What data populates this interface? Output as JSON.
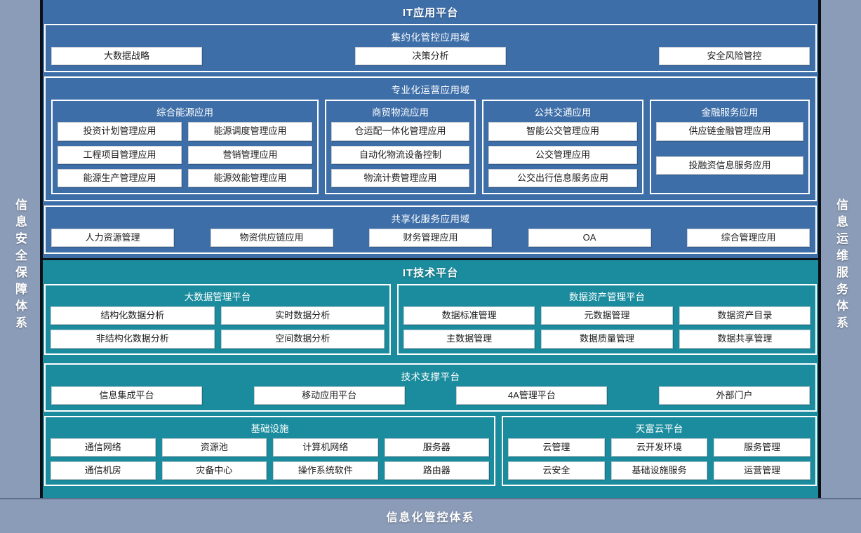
{
  "colors": {
    "frame_gray": "#8b9cb8",
    "app_platform_blue": "#3d6ea8",
    "tech_platform_teal": "#1a8c9e",
    "chip_white": "#ffffff",
    "border_white": "#ffffff",
    "divider_dark": "#11161d"
  },
  "rails": {
    "left_label": "信息安全保障体系",
    "right_label": "信息运维服务体系"
  },
  "footer": {
    "label": "信息化管控体系"
  },
  "app_platform": {
    "title": "IT应用平台",
    "bands": [
      {
        "title": "集约化管控应用域",
        "layout": "spread",
        "items": [
          "大数据战略",
          "决策分析",
          "安全风险管控"
        ]
      },
      {
        "title": "专业化运营应用域",
        "layout": "groups",
        "groups": [
          {
            "title": "综合能源应用",
            "rows": [
              [
                "投资计划管理应用",
                "能源调度管理应用"
              ],
              [
                "工程项目管理应用",
                "营销管理应用"
              ],
              [
                "能源生产管理应用",
                "能源效能管理应用"
              ]
            ]
          },
          {
            "title": "商贸物流应用",
            "rows": [
              [
                "仓运配一体化管理应用"
              ],
              [
                "自动化物流设备控制"
              ],
              [
                "物流计费管理应用"
              ]
            ]
          },
          {
            "title": "公共交通应用",
            "rows": [
              [
                "智能公交管理应用"
              ],
              [
                "公交管理应用"
              ],
              [
                "公交出行信息服务应用"
              ]
            ]
          },
          {
            "title": "金融服务应用",
            "rows": [
              [
                "供应链金融管理应用"
              ],
              [
                ""
              ],
              [
                "投融资信息服务应用"
              ]
            ]
          }
        ]
      },
      {
        "title": "共享化服务应用域",
        "layout": "spread",
        "items": [
          "人力资源管理",
          "物资供应链应用",
          "财务管理应用",
          "OA",
          "综合管理应用"
        ]
      }
    ]
  },
  "tech_platform": {
    "title": "IT技术平台",
    "bands": [
      {
        "title": "",
        "layout": "groups",
        "groups": [
          {
            "title": "大数据管理平台",
            "rows": [
              [
                "结构化数据分析",
                "实时数据分析"
              ],
              [
                "非结构化数据分析",
                "空间数据分析"
              ]
            ]
          },
          {
            "title": "数据资产管理平台",
            "rows": [
              [
                "数据标准管理",
                "元数据管理",
                "数据资产目录"
              ],
              [
                "主数据管理",
                "数据质量管理",
                "数据共享管理"
              ]
            ]
          }
        ]
      },
      {
        "title": "技术支撑平台",
        "layout": "spread",
        "items": [
          "信息集成平台",
          "移动应用平台",
          "4A管理平台",
          "外部门户"
        ]
      },
      {
        "title": "",
        "layout": "groups",
        "groups": [
          {
            "title": "基础设施",
            "rows": [
              [
                "通信网络",
                "资源池",
                "计算机网络",
                "服务器"
              ],
              [
                "通信机房",
                "灾备中心",
                "操作系统软件",
                "路由器"
              ]
            ]
          },
          {
            "title": "天富云平台",
            "rows": [
              [
                "云管理",
                "云开发环境",
                "服务管理"
              ],
              [
                "云安全",
                "基础设施服务",
                "运营管理"
              ]
            ]
          }
        ]
      }
    ]
  }
}
